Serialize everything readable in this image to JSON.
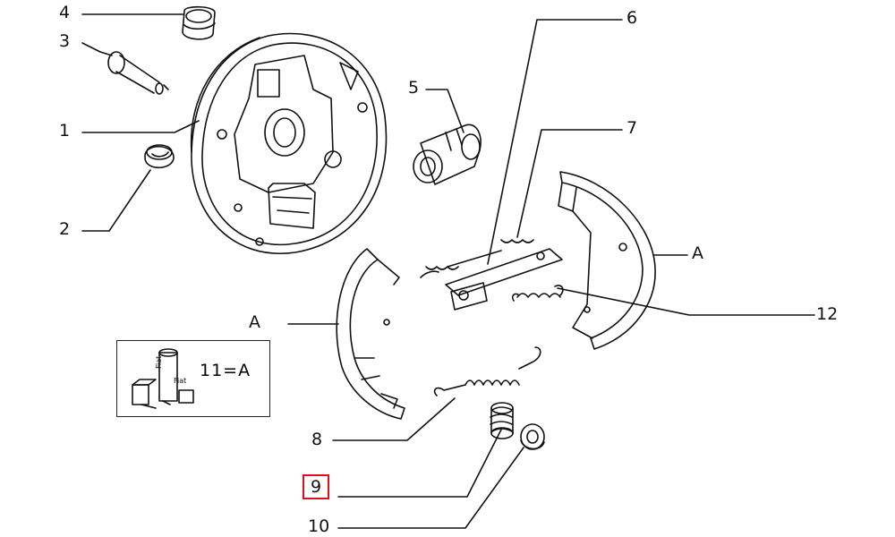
{
  "labels": {
    "n1": "1",
    "n2": "2",
    "n3": "3",
    "n4": "4",
    "n5": "5",
    "n6": "6",
    "n7": "7",
    "n8": "8",
    "n9": "9",
    "n10": "10",
    "n12": "12",
    "a_left": "A",
    "a_right": "A"
  },
  "kit": {
    "equation": "11=A",
    "brand": "Fiat"
  },
  "highlight": {
    "part": "9",
    "color": "#e0101a"
  }
}
